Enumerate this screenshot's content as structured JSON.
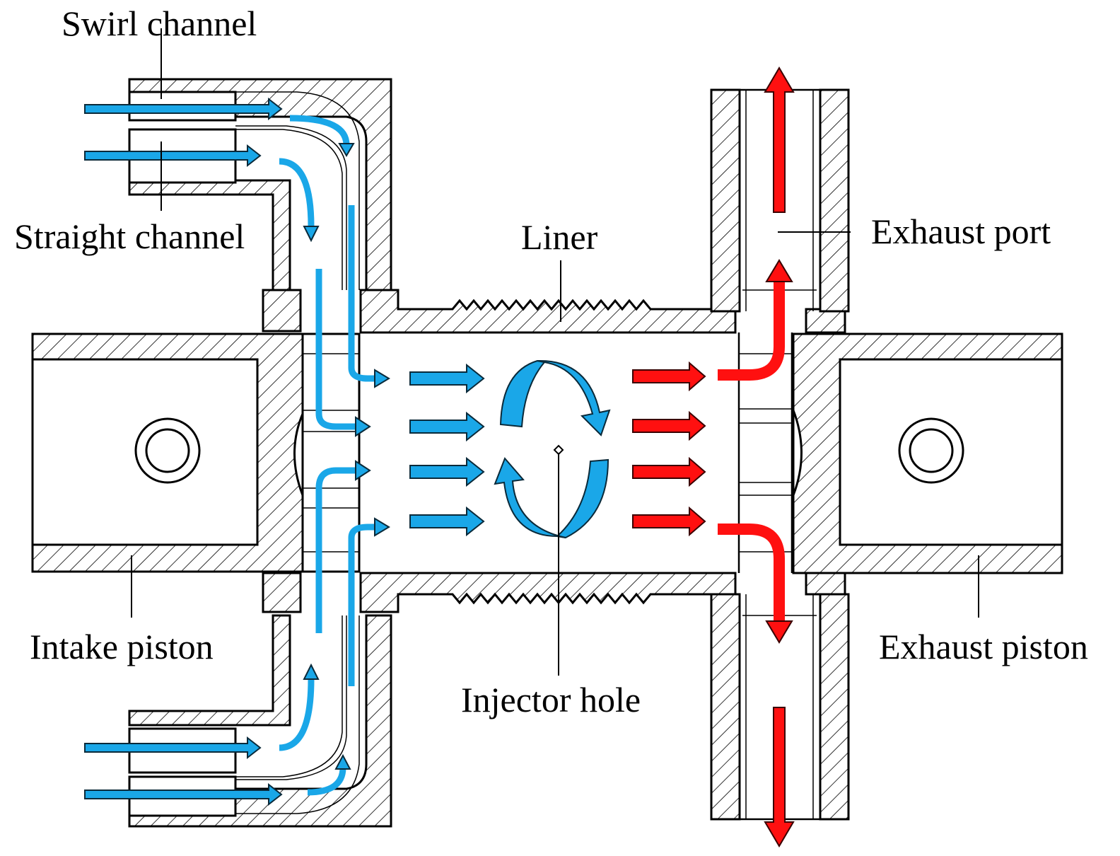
{
  "labels": {
    "swirl_channel": "Swirl channel",
    "straight_channel": "Straight channel",
    "liner": "Liner",
    "exhaust_port": "Exhaust port",
    "intake_piston": "Intake piston",
    "injector_hole": "Injector hole",
    "exhaust_piston": "Exhaust piston"
  },
  "colors": {
    "intake_flow": "#1aa7e8",
    "exhaust_flow": "#ff1010",
    "outline": "#000000"
  },
  "icons": {
    "intake_arrow": "blue-flow-arrow",
    "exhaust_arrow": "red-flow-arrow",
    "swirl": "tumble-swirl-icon"
  }
}
